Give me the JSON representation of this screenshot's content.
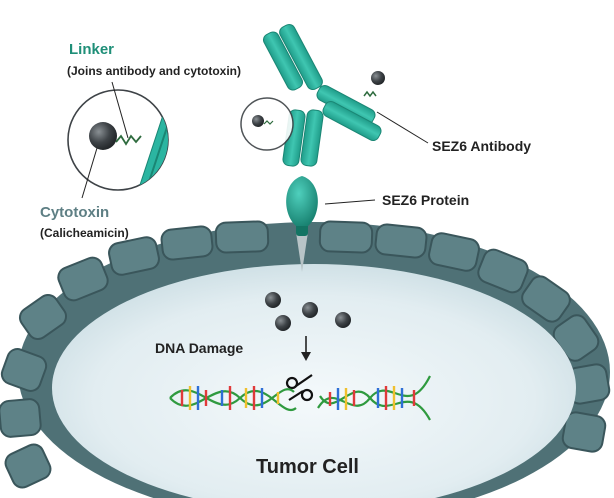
{
  "labels": {
    "linker_title": "Linker",
    "linker_sub": "(Joins antibody and cytotoxin)",
    "cytotoxin_title": "Cytotoxin",
    "cytotoxin_sub": "(Calicheamicin)",
    "antibody": "SEZ6 Antibody",
    "protein": "SEZ6 Protein",
    "dna_damage": "DNA Damage",
    "tumor_cell": "Tumor Cell"
  },
  "colors": {
    "teal": "#2bb5a1",
    "teal_dark": "#1c8f7e",
    "membrane": "#4f7176",
    "cell_inner": "#e6f0f4",
    "payload": "#3e4347"
  },
  "icons": {
    "scissors": "scissors-icon"
  }
}
